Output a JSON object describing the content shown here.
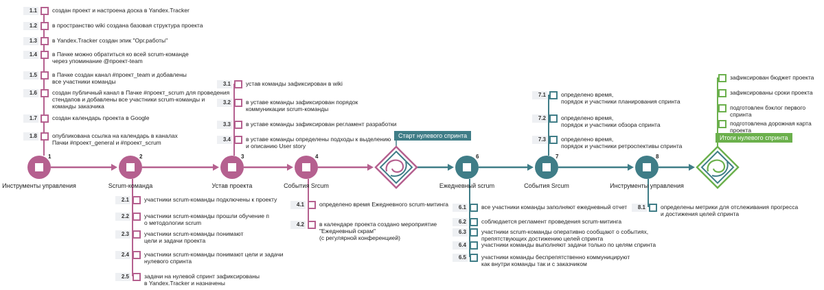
{
  "colors": {
    "phase1": "#b5608f",
    "phase2": "#3f7d87",
    "phase3": "#6bb04c",
    "badge_bg": "#eef0f3"
  },
  "milestones": [
    {
      "num": "1",
      "label": "Инструменты управления",
      "phase": "phase1"
    },
    {
      "num": "2",
      "label": "Scrum-команда",
      "phase": "phase1"
    },
    {
      "num": "3",
      "label": "Устав проекта",
      "phase": "phase1"
    },
    {
      "num": "4",
      "label": "События Srcum",
      "phase": "phase1"
    },
    {
      "num": "",
      "label": "",
      "phase": "diamond1",
      "icon": "diamond-knot-icon"
    },
    {
      "num": "6",
      "label": "Ежедневный scrum",
      "phase": "phase2"
    },
    {
      "num": "7",
      "label": "События Srcum",
      "phase": "phase2"
    },
    {
      "num": "8",
      "label": "Инструменты управления",
      "phase": "phase2"
    },
    {
      "num": "",
      "label": "",
      "phase": "diamond2",
      "icon": "diamond-knot-icon"
    }
  ],
  "banners": {
    "sprint_start": "Старт нулевого спринта",
    "sprint_results": "Итоги нулевого спринта"
  },
  "groups": {
    "g1": [
      {
        "id": "1.1",
        "text": "создан проект и настроена доска в Yandex.Tracker"
      },
      {
        "id": "1.2",
        "text": "в пространство wiki создана базовая структура проекта"
      },
      {
        "id": "1.3",
        "text": "в Yandex.Tracker создан эпик \"Орг.работы\""
      },
      {
        "id": "1.4",
        "text": "в Пачке можно обратиться ко всей scrum-команде\nчерез упоминание @проект-team"
      },
      {
        "id": "1.5",
        "text": "в Пачке создан канал #проект_team и добавлены\nвсе участники команды"
      },
      {
        "id": "1.6",
        "text": "создан публичный канал в Пачке #проект_scrum для проведения\nстендапов и добавлены все участники scrum-команды и\nкоманды заказчика"
      },
      {
        "id": "1.7",
        "text": "создан календарь проекта в Google"
      },
      {
        "id": "1.8",
        "text": "опубликована ссылка на календарь в каналах\nПачки #проект_general и #проект_scrum"
      }
    ],
    "g2": [
      {
        "id": "2.1",
        "text": "участники scrum-команды подключены к проекту"
      },
      {
        "id": "2.2",
        "text": "участники scrum-команды прошли обучение п\nо методологии scrum"
      },
      {
        "id": "2.3",
        "text": "участники scrum-команды понимают\nцели и задачи проекта"
      },
      {
        "id": "2.4",
        "text": "участники scrum-команды понимают цели и задачи\n нулевого спринта"
      },
      {
        "id": "2.5",
        "text": "задачи на нулевой спринт зафиксированы\n в Yandex.Tracker и назначены"
      }
    ],
    "g3": [
      {
        "id": "3.1",
        "text": "устав команды зафиксирован в wiki"
      },
      {
        "id": "3.2",
        "text": "в уставе команды зафиксирован порядок\nкоммуникации scrum-команды"
      },
      {
        "id": "3.3",
        "text": "в уставе команды зафиксирован регламент разработки"
      },
      {
        "id": "3.4",
        "text": "в уставе команды определены подходы к выделению\nи описанию User story"
      }
    ],
    "g4": [
      {
        "id": "4.1",
        "text": "определено время Ежедневного scrum-митинга"
      },
      {
        "id": "4.2",
        "text": "в календаре проекта создано мероприятие\n\"Ежедневный скрам\"\n(с регулярной конференцией)"
      }
    ],
    "g6": [
      {
        "id": "6.1",
        "text": "все участники команды заполняют ежедневный отчет"
      },
      {
        "id": "6.2",
        "text": "соблюдается регламент проведения scrum-митинга"
      },
      {
        "id": "6.3",
        "text": "участники scrum-команды оперативно сообщают о событиях,\nпрепятствующих достижению целей спринта"
      },
      {
        "id": "6.4",
        "text": "участники команды выполняют задачи только по целям спринта"
      },
      {
        "id": "6.5",
        "text": "участники команды беспрепятственно коммуницируют\nкак внутри команды так и с заказчиком"
      }
    ],
    "g7": [
      {
        "id": "7.1",
        "text": "определено время,\nпорядок и участники планирования спринта"
      },
      {
        "id": "7.2",
        "text": "определено время,\nпорядок и участники обзора спринта"
      },
      {
        "id": "7.3",
        "text": "определено время,\nпорядок и участники ретроспективы спринта"
      }
    ],
    "g8": [
      {
        "id": "8.1",
        "text": "определены метрики для отслеживания прогресса\nи достижения целей спринта"
      }
    ],
    "results": [
      {
        "id": "",
        "text": "зафиксирован бюджет проекта"
      },
      {
        "id": "",
        "text": "зафиксированы сроки проекта"
      },
      {
        "id": "",
        "text": "подготовлен бэклог первого спринта"
      },
      {
        "id": "",
        "text": "подготовлена дорожная карта проекта"
      }
    ]
  }
}
